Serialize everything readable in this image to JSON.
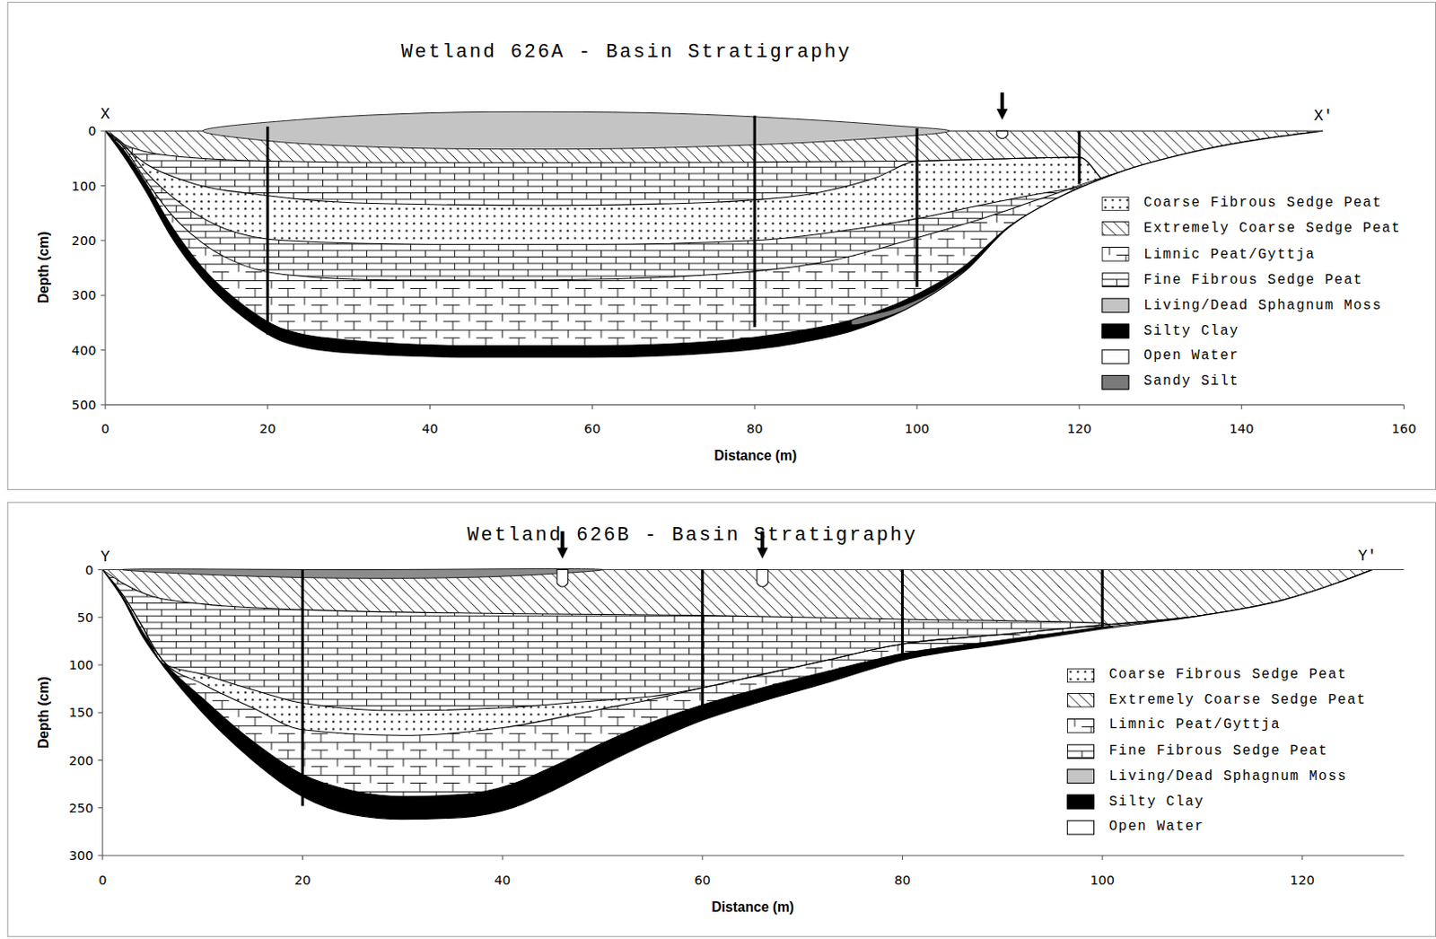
{
  "diagram": {
    "nodes": [
      {
        "text": [
          "Wetland 626A - Basin Stratigraphy"
        ]
      },
      {
        "text": [
          "Wetland 626B - Basin Stratigraphy"
        ]
      }
    ],
    "labels": [
      "X",
      "X'",
      "0",
      "100",
      "200",
      "300",
      "400",
      "500",
      "Depth (cm)",
      "0",
      "20",
      "40",
      "60",
      "80",
      "100",
      "120",
      "140",
      "160",
      "Distance (m)",
      "Y",
      "Y'",
      "0",
      "50",
      "100",
      "150",
      "200",
      "250",
      "300",
      "Depth (cm)",
      "0",
      "20",
      "40",
      "60",
      "80",
      "100",
      "120",
      "Distance (m)"
    ],
    "legend": [
      {
        "text": "Coarse Fibrous Sedge Peat"
      },
      {
        "text": "Extremely Coarse Sedge Peat"
      },
      {
        "text": "Limnic Peat/Gyttja"
      },
      {
        "text": "Fine Fibrous Sedge Peat"
      },
      {
        "text": "Living/Dead Sphagnum Moss",
        "color": "#c4c4c4"
      },
      {
        "text": "Silty Clay",
        "color": "#000000"
      },
      {
        "text": "Open Water",
        "color": "#ffffff"
      },
      {
        "text": "Sandy Silt",
        "color": "#7a7a7a"
      },
      {
        "text": "Coarse Fibrous Sedge Peat"
      },
      {
        "text": "Extremely Coarse Sedge Peat"
      },
      {
        "text": "Limnic Peat/Gyttja"
      },
      {
        "text": "Fine Fibrous Sedge Peat"
      },
      {
        "text": "Living/Dead Sphagnum Moss",
        "color": "#c4c4c4"
      },
      {
        "text": "Silty Clay",
        "color": "#000000"
      },
      {
        "text": "Open Water",
        "color": "#ffffff"
      }
    ]
  }
}
